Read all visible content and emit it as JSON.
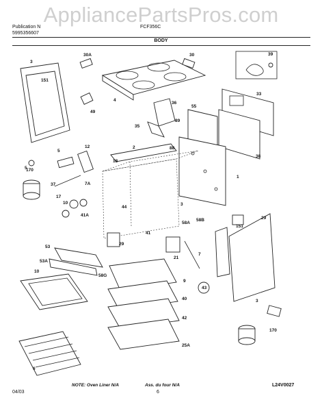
{
  "watermark": "AppliancePartsPros.com",
  "header": {
    "publication_label": "Publication N",
    "publication_number": "5995356607",
    "model": "FCF356C"
  },
  "section_title": "BODY",
  "callouts": [
    "3",
    "151",
    "4",
    "30A",
    "30",
    "39",
    "49",
    "36",
    "33",
    "35",
    "55",
    "89",
    "2",
    "88",
    "38",
    "5",
    "12",
    "18",
    "1",
    "170",
    "37",
    "7A",
    "17",
    "10",
    "44",
    "3",
    "41A",
    "41",
    "58A",
    "58B",
    "151",
    "29",
    "53",
    "53A",
    "58G",
    "29",
    "21",
    "7",
    "9",
    "43",
    "10",
    "40",
    "42",
    "3",
    "170",
    "25A",
    "6",
    "5"
  ],
  "notes": {
    "left": "NOTE: Oven Liner N/A",
    "right": "Ass. du four N/A"
  },
  "drawing_number": "L24V0027",
  "footer": {
    "date": "04/03",
    "page": "6"
  }
}
